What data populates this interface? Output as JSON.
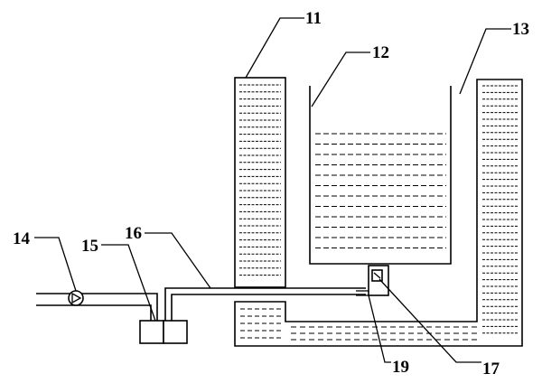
{
  "labels": {
    "l11": "11",
    "l12": "12",
    "l13": "13",
    "l14": "14",
    "l15": "15",
    "l16": "16",
    "l17": "17",
    "l19": "19"
  }
}
